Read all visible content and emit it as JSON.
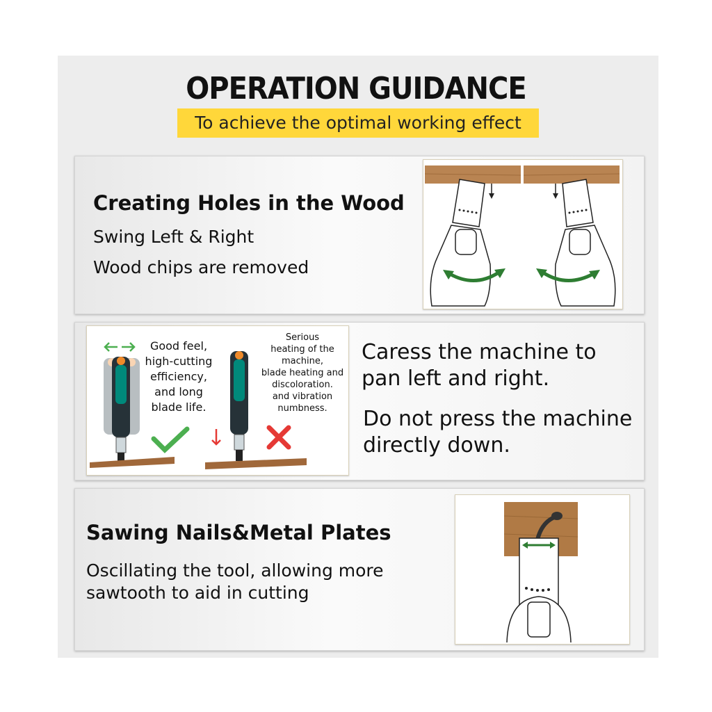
{
  "header": {
    "title": "OPERATION GUIDANCE",
    "subtitle": "To achieve the optimal working effect"
  },
  "sections": [
    {
      "heading": "Creating Holes in the Wood",
      "lines": [
        "Swing Left & Right",
        "Wood chips are removed"
      ]
    },
    {
      "good_note": "Good feel,\nhigh-cutting\nefficiency,\nand long\nblade life.",
      "bad_note": "Serious\nheating of the\nmachine,\nblade heating and\ndiscoloration.\nand vibration\nnumbness.",
      "lines": [
        "Caress the machine to\npan left and right.",
        "Do not press the machine\ndirectly down."
      ]
    },
    {
      "heading": "Sawing Nails&Metal Plates",
      "lines": [
        "Oscillating the tool, allowing more\nsawtooth to aid in cutting"
      ]
    }
  ],
  "colors": {
    "accent_yellow": "#ffd73a",
    "arrow_green": "#2e7d32",
    "check_green": "#4caf50",
    "cross_red": "#e53935",
    "wood": "#b07a45"
  },
  "icons": [
    "check-icon",
    "cross-icon",
    "down-arrow-icon",
    "left-right-arrow-icon"
  ]
}
